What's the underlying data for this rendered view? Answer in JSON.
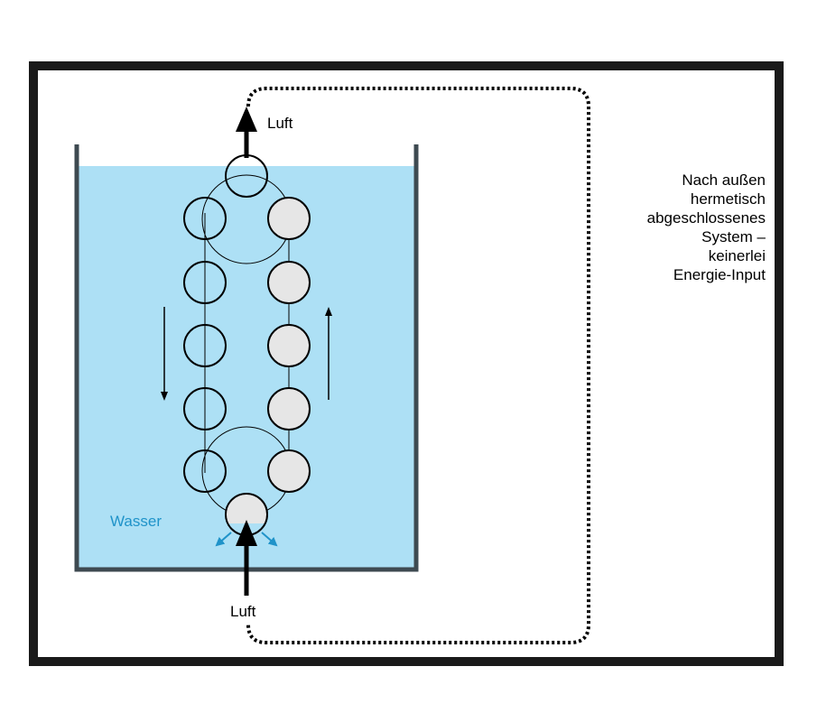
{
  "labels": {
    "air_top": "Luft",
    "air_bottom": "Luft",
    "water": "Wasser",
    "note": [
      "Nach außen",
      "hermetisch",
      "abgeschlossenes",
      "System –",
      "keinerlei",
      "Energie-Input"
    ]
  },
  "colors": {
    "water": "#ade0f5",
    "tank_wall": "#3e4a51",
    "frame": "#1a1a1a",
    "filled_ball": "#e6e6e6",
    "accent_blue": "#1f93c9"
  }
}
